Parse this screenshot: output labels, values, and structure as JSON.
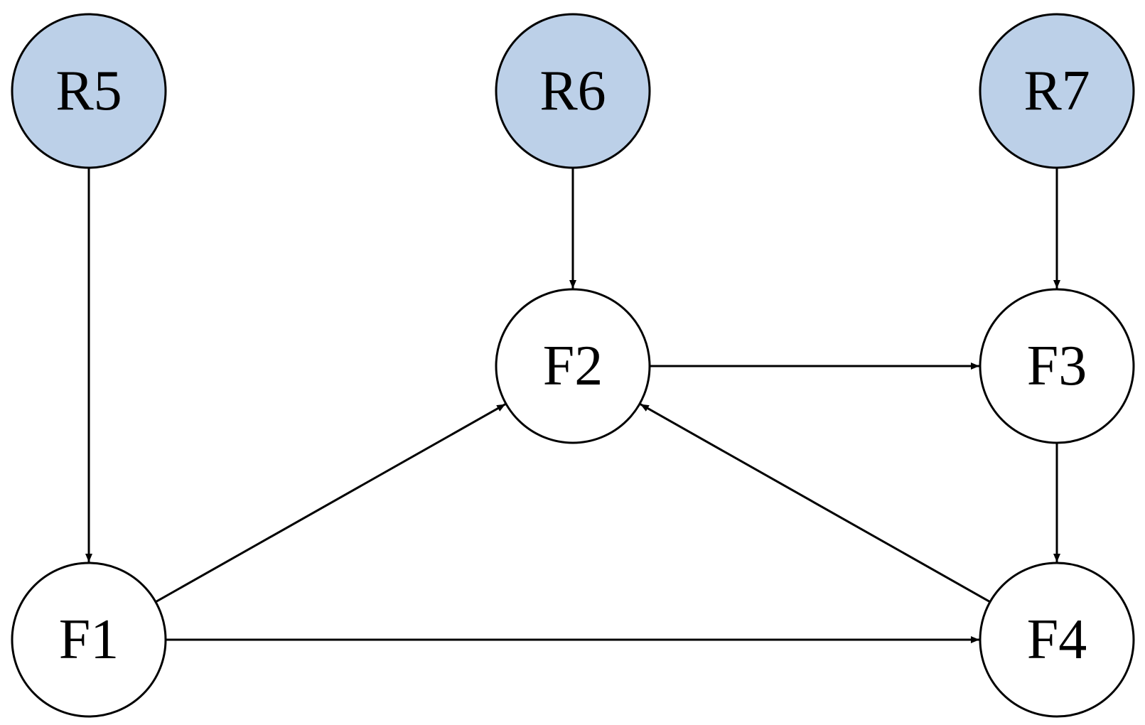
{
  "colors": {
    "root_fill": "#bcd0e8",
    "factor_fill": "#ffffff",
    "stroke": "#000000"
  },
  "nodes": [
    {
      "id": "R5",
      "label": "R5",
      "kind": "root"
    },
    {
      "id": "R6",
      "label": "R6",
      "kind": "root"
    },
    {
      "id": "R7",
      "label": "R7",
      "kind": "root"
    },
    {
      "id": "F1",
      "label": "F1",
      "kind": "factor"
    },
    {
      "id": "F2",
      "label": "F2",
      "kind": "factor"
    },
    {
      "id": "F3",
      "label": "F3",
      "kind": "factor"
    },
    {
      "id": "F4",
      "label": "F4",
      "kind": "factor"
    }
  ],
  "edges": [
    {
      "from": "R5",
      "to": "F1"
    },
    {
      "from": "R6",
      "to": "F2"
    },
    {
      "from": "R7",
      "to": "F3"
    },
    {
      "from": "F1",
      "to": "F2"
    },
    {
      "from": "F1",
      "to": "F4"
    },
    {
      "from": "F2",
      "to": "F3"
    },
    {
      "from": "F3",
      "to": "F4"
    },
    {
      "from": "F4",
      "to": "F2"
    }
  ]
}
